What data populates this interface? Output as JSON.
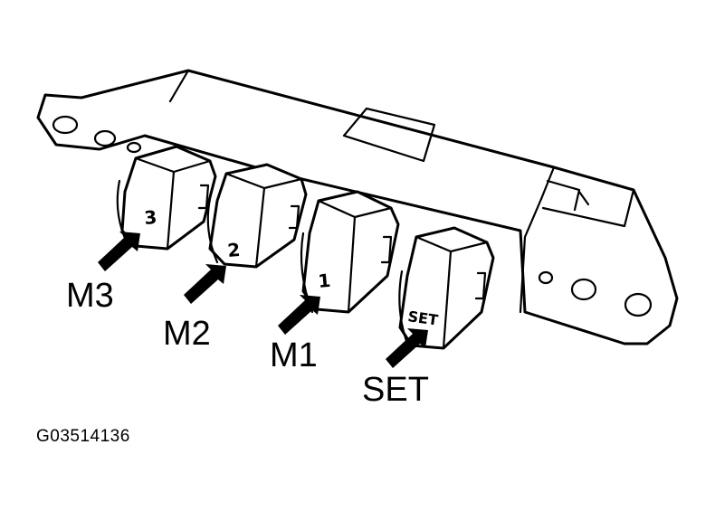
{
  "buttons": [
    {
      "key": "3"
    },
    {
      "key": "2"
    },
    {
      "key": "1"
    },
    {
      "key": "SET"
    }
  ],
  "callouts": [
    {
      "label": "M3"
    },
    {
      "label": "M2"
    },
    {
      "label": "M1"
    },
    {
      "label": "SET"
    }
  ],
  "figure_code": "G03514136"
}
